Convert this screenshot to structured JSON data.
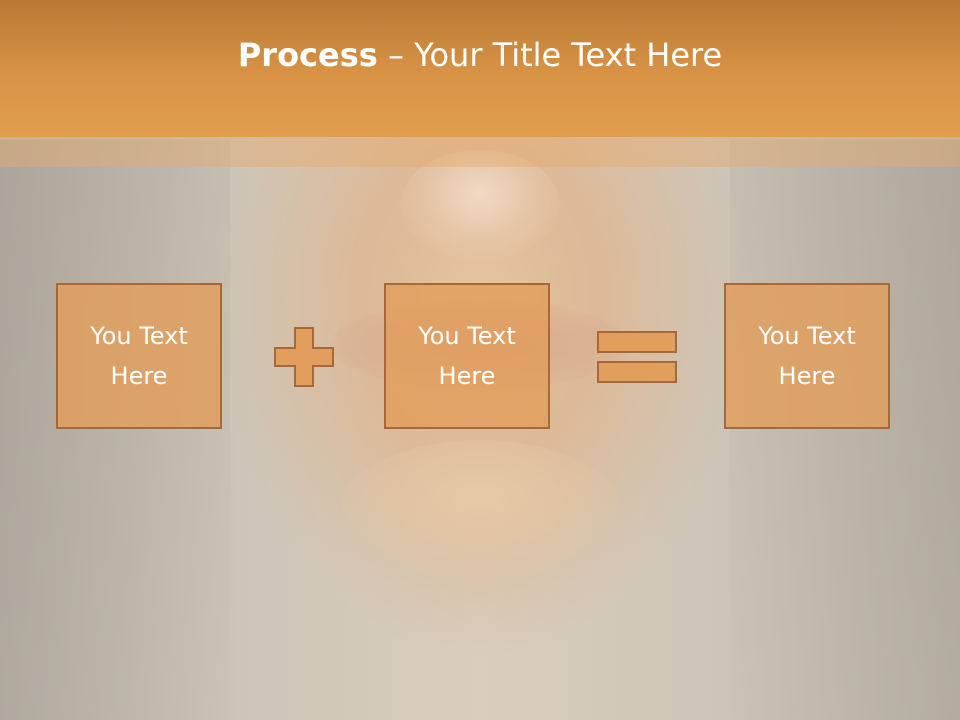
{
  "slide": {
    "title_bold": "Process",
    "title_sep": " – ",
    "title_rest": "Your Title Text Here"
  },
  "boxes": [
    {
      "label": "You Text Here"
    },
    {
      "label": "You Text Here"
    },
    {
      "label": "You Text Here"
    }
  ],
  "operators": [
    "plus",
    "equals"
  ],
  "colors": {
    "header": "#d99346",
    "box_fill": "#e29e5c",
    "box_border": "#a8693a",
    "text": "#ffffff"
  },
  "background_image": "face-photo"
}
